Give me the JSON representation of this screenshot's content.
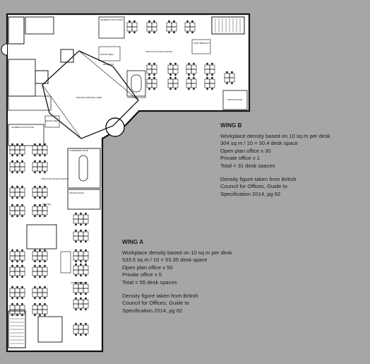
{
  "wing_b": {
    "title": "WING B",
    "lines": [
      "Workplace  density based on 10 sq m per desk",
      "304 sq m / 10 = 30.4 desk space",
      "Open plan office x 30",
      "Private office x 1",
      "Total =  31 desk spaces"
    ],
    "source_lines": [
      "Density figure taken from British",
      "Council for Offices, Guide to",
      "Specification 2014, pg 82"
    ]
  },
  "wing_a": {
    "title": "WING A",
    "lines": [
      "Workplace density based on 10 sq m per desk",
      "533.5 sq m / 10 = 53.35 desk space",
      "Open plan office x 50",
      "Private office x 5",
      "Total =   55 desk spaces"
    ],
    "source_lines": [
      "Density figure taken from British",
      "Council for Offices, Guide to",
      "Specification 2014, pg 82"
    ]
  },
  "plan_labels": {
    "reception": "RECEPTION",
    "lobby": "BUILDING ENTRANCE LOBBY",
    "tea_b": "TEA/BREAK STAFF ROOM",
    "tea_a": "TEA/BREAK STAFF ROOM",
    "open_plan_b": "OPEN PLAN OFFICE 30 DESKS",
    "open_plan_a": "OPEN PLAN OFFICE 50 DESKS",
    "conference_b": "CONFERENCE ROOM",
    "conference_a": "CONFERENCE ROOM",
    "waiting_b": "WAITING AREA",
    "waiting_a": "WAITING AREA",
    "staff_b": "STAFF BREAKOUT",
    "private_b": "PRIVATE OFFICE",
    "private_a": "PRIVATE OFFICE",
    "printing": "PRINTING",
    "staff_breakout_a": "STAFF BREAKOUT"
  },
  "colors": {
    "background": "#a6a6a6",
    "floor": "#ffffff",
    "wall": "#111111"
  }
}
